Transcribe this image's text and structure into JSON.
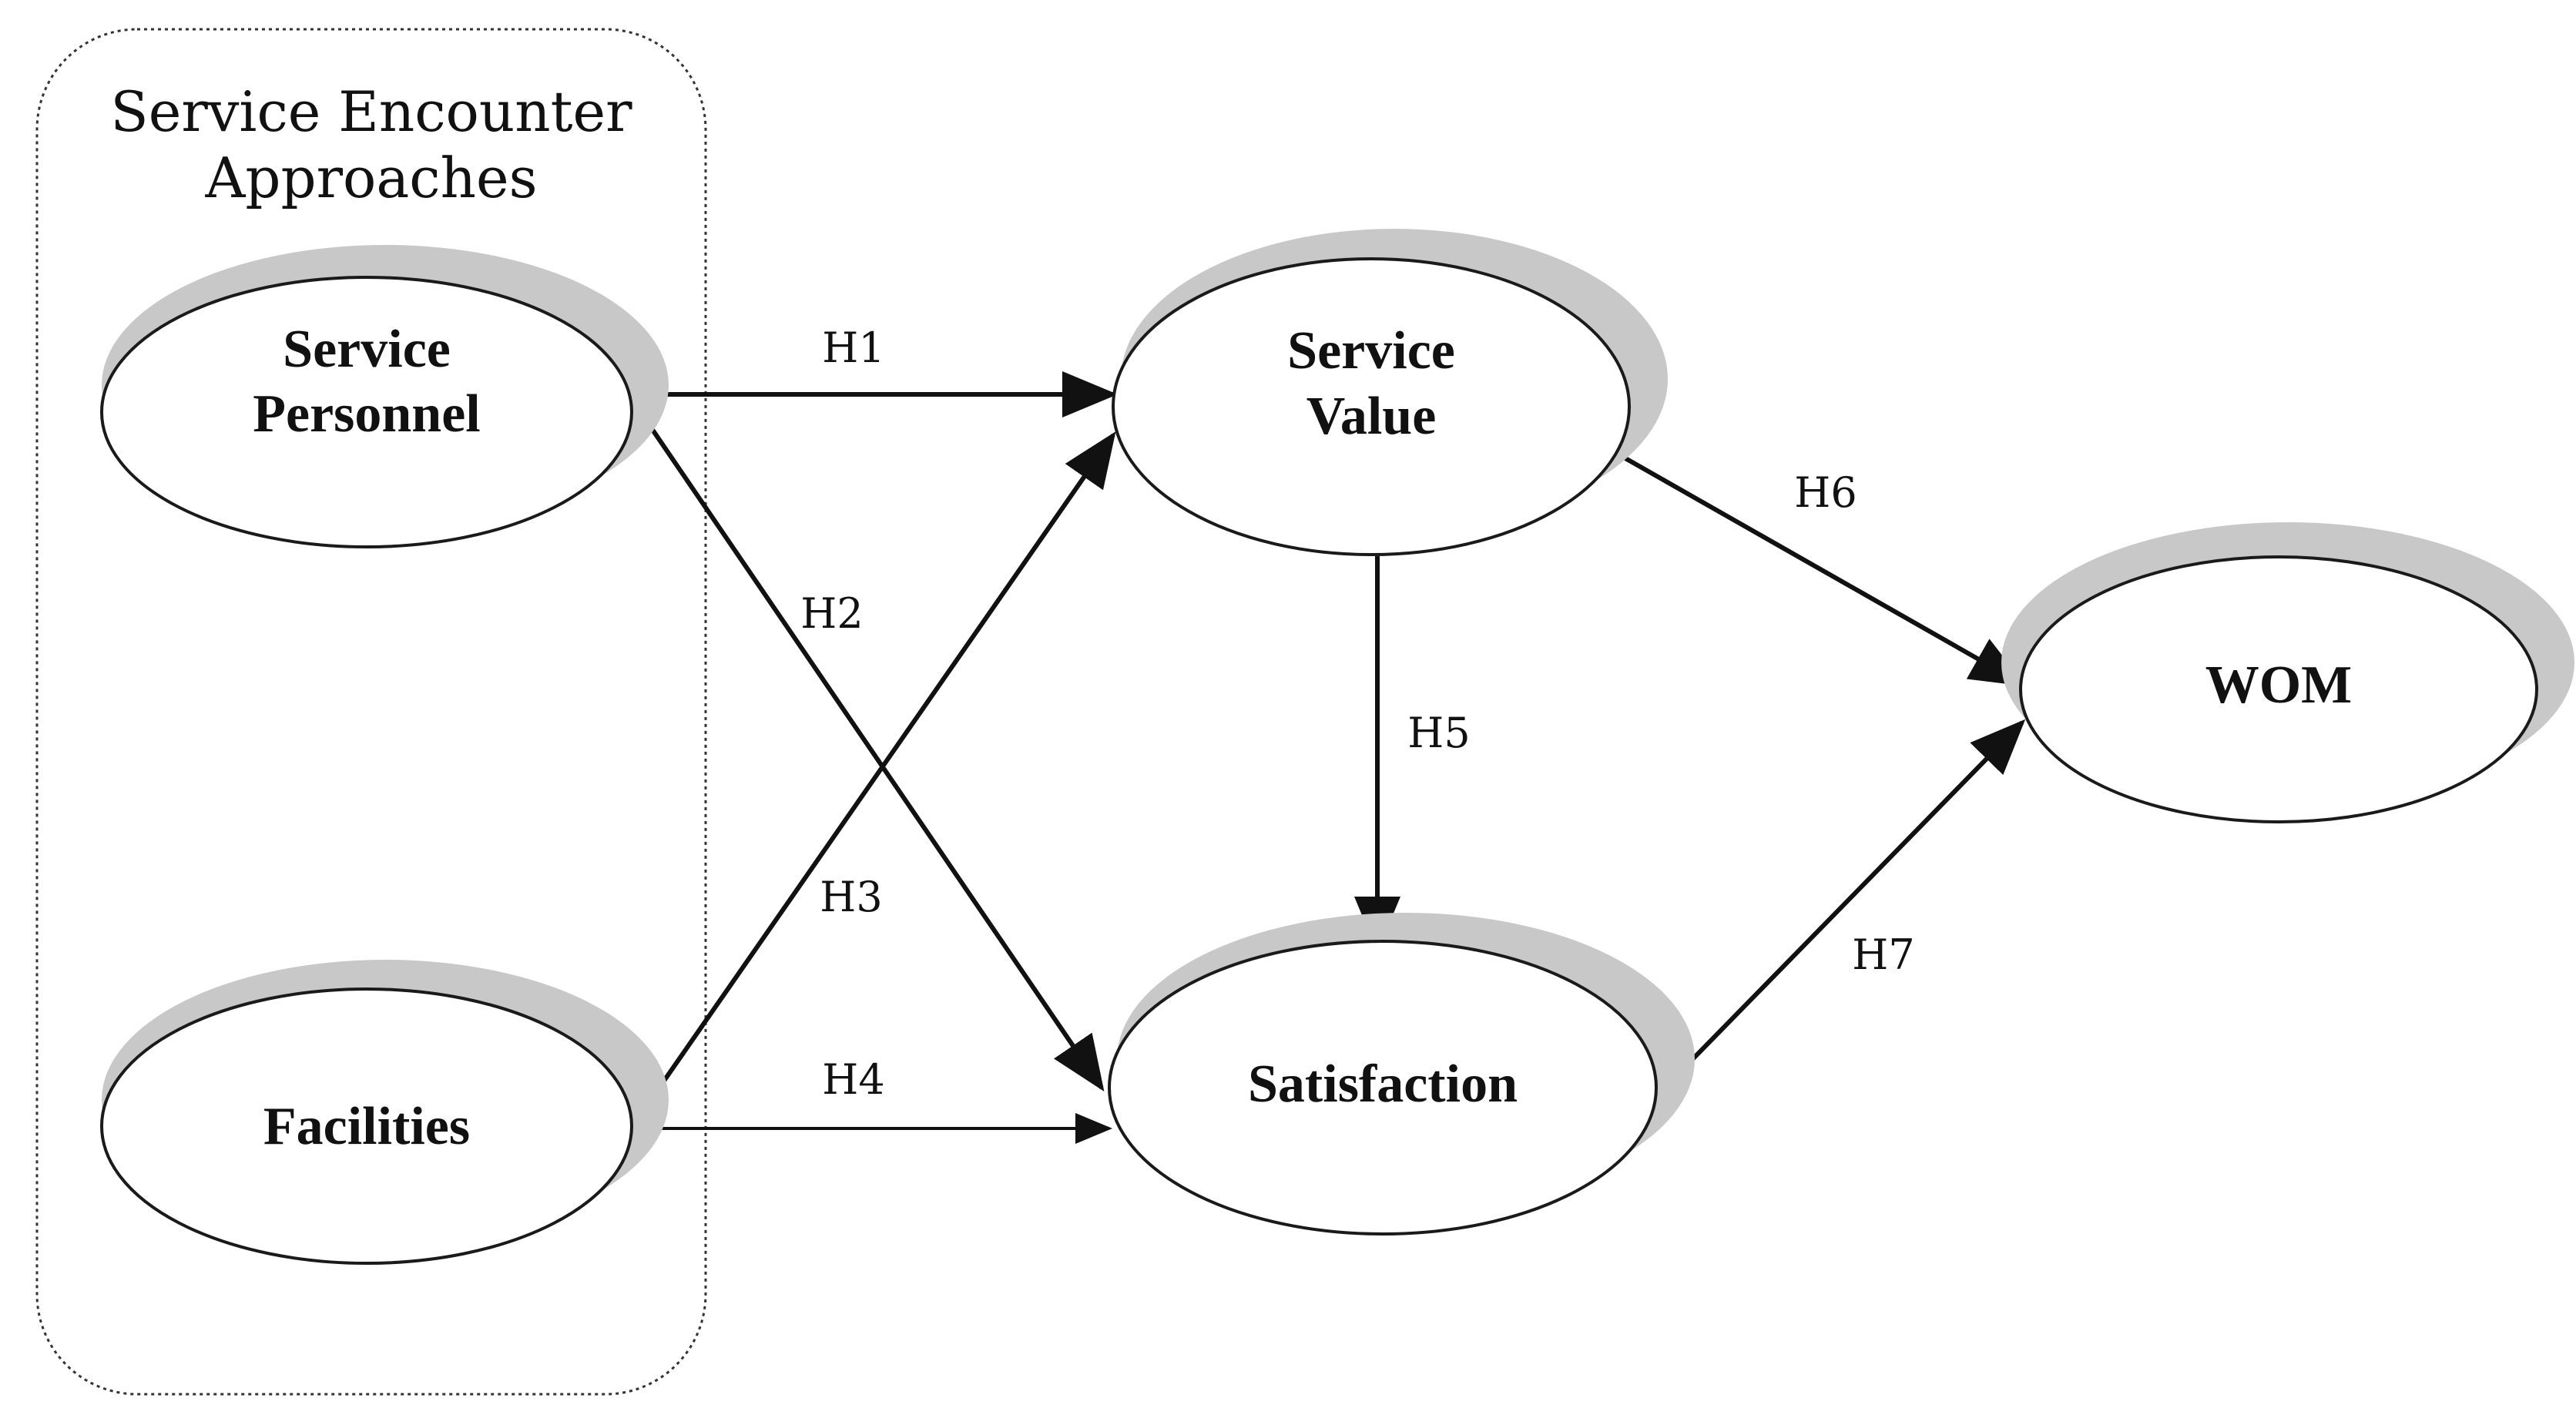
{
  "group": {
    "title_line1": "Service Encounter",
    "title_line2": "Approaches"
  },
  "nodes": {
    "service_personnel": {
      "line1": "Service",
      "line2": "Personnel"
    },
    "facilities": {
      "line1": "Facilities"
    },
    "service_value": {
      "line1": "Service",
      "line2": "Value"
    },
    "satisfaction": {
      "line1": "Satisfaction"
    },
    "wom": {
      "line1": "WOM"
    }
  },
  "edges": {
    "h1": "H1",
    "h2": "H2",
    "h3": "H3",
    "h4": "H4",
    "h5": "H5",
    "h6": "H6",
    "h7": "H7"
  },
  "colors": {
    "stroke": "#111111",
    "shadow": "#c8c8c8",
    "background": "#ffffff"
  }
}
